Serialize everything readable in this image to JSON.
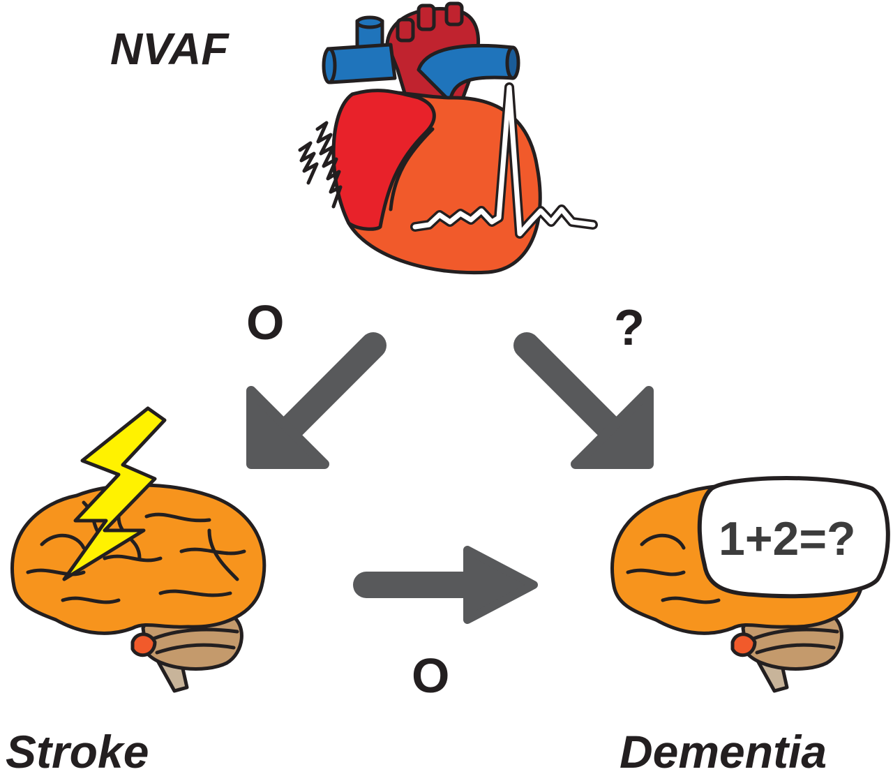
{
  "labels": {
    "top": "NVAF",
    "bottom_left": "Stroke",
    "bottom_right": "Dementia"
  },
  "relations": {
    "nvaf_to_stroke": "O",
    "nvaf_to_dementia": "?",
    "stroke_to_dementia": "O"
  },
  "bubble_text": "1+2=?",
  "icons": {
    "top": "heart-icon",
    "bottom_left": "brain-icon",
    "bottom_right": "brain-icon",
    "stroke_symbol": "lightning-bolt-icon",
    "thought": "speech-bubble-icon",
    "ecg": "ecg-trace-icon",
    "palpitation": "vibration-lines-icon"
  },
  "colors": {
    "arrow": "#58595b",
    "outline": "#231f20",
    "heart_red": "#e8222a",
    "heart_orange": "#f15a2b",
    "aorta": "#c0232f",
    "vein_blue": "#1f74bb",
    "brain_orange": "#f7941d",
    "cerebellum": "#c49a6c",
    "lightning": "#fff200"
  }
}
